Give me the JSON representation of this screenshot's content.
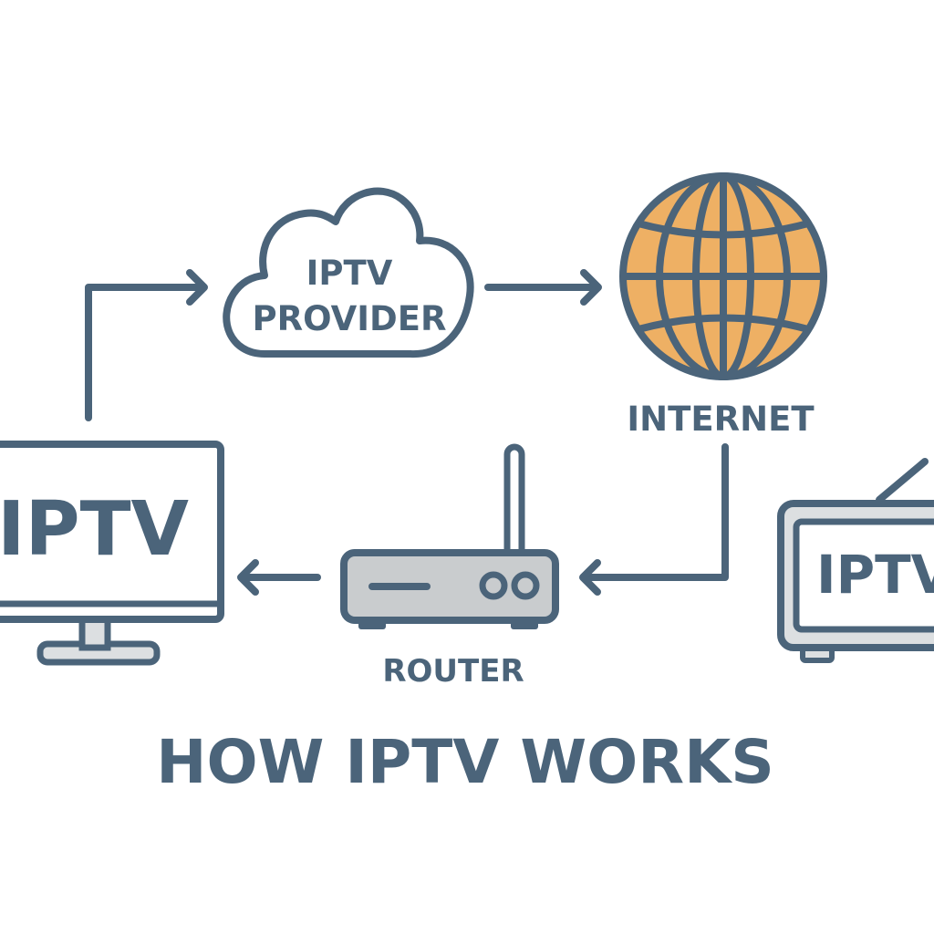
{
  "title": "HOW IPTV WORKS",
  "nodes": {
    "provider": {
      "line1": "IPTV",
      "line2": "PROVIDER"
    },
    "internet": {
      "label": "INTERNET"
    },
    "router": {
      "label": "ROUTER"
    },
    "monitor": {
      "screen_text": "IPTV"
    },
    "tv": {
      "screen_text": "IPTV"
    }
  },
  "colors": {
    "stroke": "#4b647a",
    "globe_fill": "#eeb064",
    "router_fill": "#c9ccce",
    "tv_body": "#dcdfe1",
    "background": "#ffffff"
  },
  "icons": {
    "provider": "cloud-icon",
    "internet": "globe-icon",
    "router": "router-icon",
    "monitor": "monitor-icon",
    "tv": "tv-icon"
  }
}
